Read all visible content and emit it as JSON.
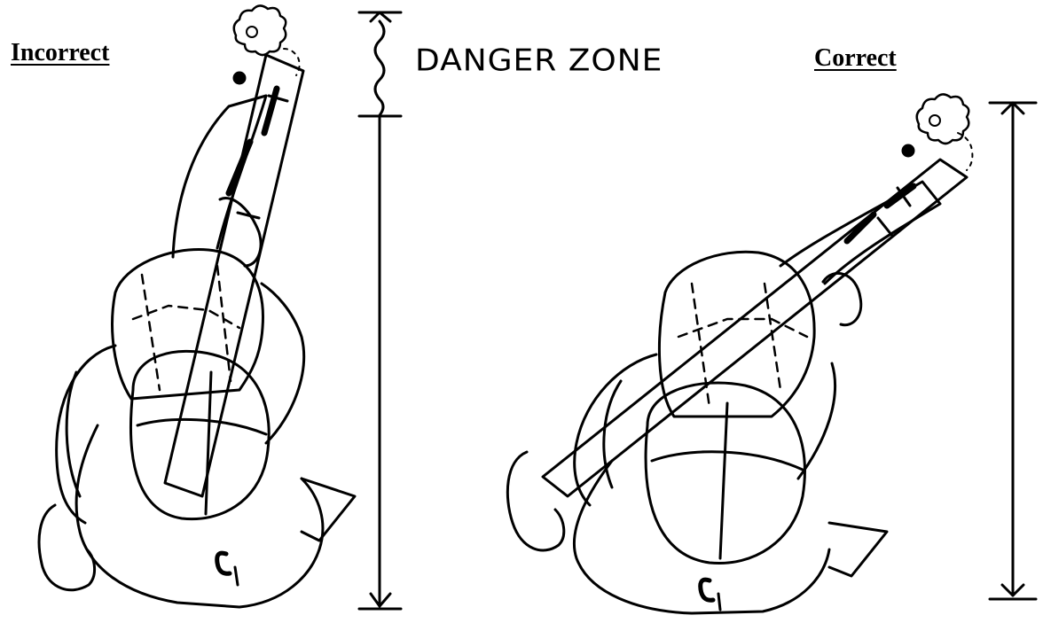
{
  "labels": {
    "incorrect": "Incorrect",
    "correct": "Correct",
    "danger_zone": "DANGER ZONE"
  },
  "figures": [
    {
      "id": "incorrect-figure",
      "description_icon": "soldier-top-view-icon"
    },
    {
      "id": "correct-figure",
      "description_icon": "soldier-top-view-icon"
    }
  ],
  "colors": {
    "ink": "#000000",
    "background": "#ffffff"
  }
}
